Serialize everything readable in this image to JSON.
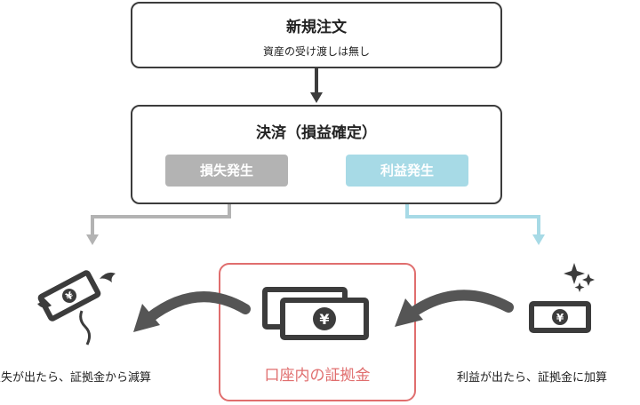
{
  "new_order": {
    "title": "新規注文",
    "subtitle": "資産の受け渡しは無し"
  },
  "settlement": {
    "title": "決済（損益確定）",
    "loss_label": "損失発生",
    "profit_label": "利益発生"
  },
  "margin": {
    "label": "口座内の証拠金"
  },
  "captions": {
    "loss": "損失が出たら、証拠金から減算",
    "profit": "利益が出たら、証拠金に加算"
  },
  "icons": {
    "yen_symbol": "¥"
  },
  "colors": {
    "dark": "#3c3c3c",
    "loss_gray": "#b3b3b3",
    "profit_blue": "#a7dae6",
    "margin_red": "#e06e6e"
  }
}
